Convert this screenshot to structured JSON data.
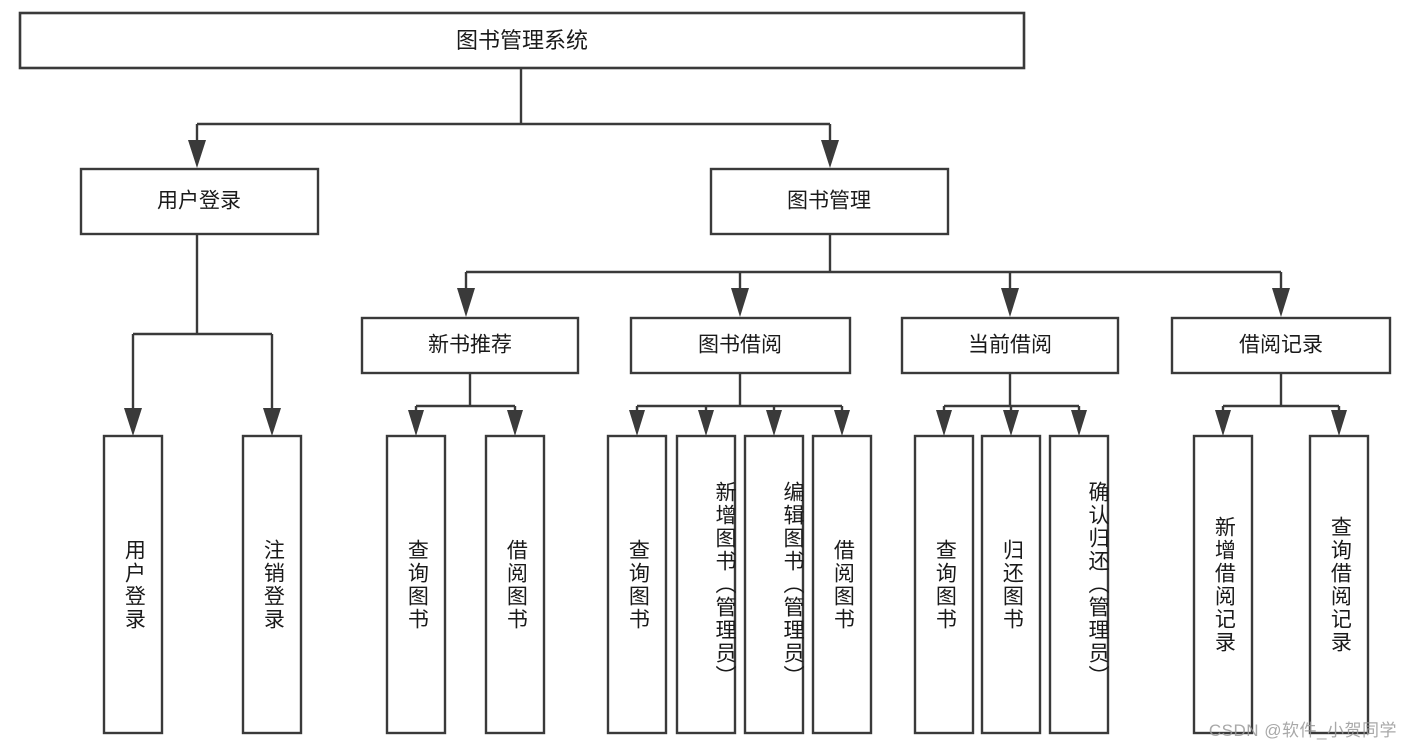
{
  "diagram": {
    "type": "tree-hierarchy-chart",
    "title": "图书管理系统",
    "watermark": "CSDN @软件_小贺同学",
    "colors": {
      "stroke": "#3a3a3a",
      "fill": "#ffffff",
      "text": "#1a1a1a",
      "watermark": "#9a9a9a"
    },
    "levels": {
      "level1": [
        {
          "id": "root",
          "label": "图书管理系统"
        }
      ],
      "level2": [
        {
          "id": "user-login",
          "label": "用户登录"
        },
        {
          "id": "book-management",
          "label": "图书管理"
        }
      ],
      "level3": [
        {
          "id": "new-book-recommend",
          "label": "新书推荐",
          "parent": "book-management"
        },
        {
          "id": "book-borrow",
          "label": "图书借阅",
          "parent": "book-management"
        },
        {
          "id": "current-borrow",
          "label": "当前借阅",
          "parent": "book-management"
        },
        {
          "id": "borrow-record",
          "label": "借阅记录",
          "parent": "book-management"
        }
      ],
      "level4": [
        {
          "id": "leaf-user-login",
          "label": "用户登录",
          "parent": "user-login"
        },
        {
          "id": "leaf-logout-login",
          "label": "注销登录",
          "parent": "user-login"
        },
        {
          "id": "leaf-query-book-1",
          "label": "查询图书",
          "parent": "new-book-recommend"
        },
        {
          "id": "leaf-borrow-book-1",
          "label": "借阅图书",
          "parent": "new-book-recommend"
        },
        {
          "id": "leaf-query-book-2",
          "label": "查询图书",
          "parent": "book-borrow"
        },
        {
          "id": "leaf-add-book",
          "label": "新增图书（管理员）",
          "parent": "book-borrow"
        },
        {
          "id": "leaf-edit-book",
          "label": "编辑图书（管理员）",
          "parent": "book-borrow"
        },
        {
          "id": "leaf-borrow-book-2",
          "label": "借阅图书",
          "parent": "book-borrow"
        },
        {
          "id": "leaf-query-book-3",
          "label": "查询图书",
          "parent": "current-borrow"
        },
        {
          "id": "leaf-return-book",
          "label": "归还图书",
          "parent": "current-borrow"
        },
        {
          "id": "leaf-confirm-return",
          "label": "确认归还（管理员）",
          "parent": "current-borrow"
        },
        {
          "id": "leaf-add-record",
          "label": "新增借阅记录",
          "parent": "borrow-record"
        },
        {
          "id": "leaf-query-record",
          "label": "查询借阅记录",
          "parent": "borrow-record"
        }
      ]
    }
  }
}
